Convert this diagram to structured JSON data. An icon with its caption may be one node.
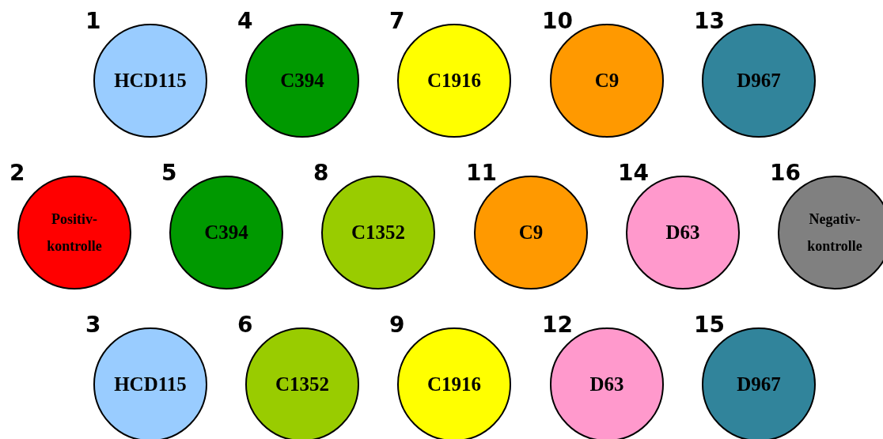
{
  "diagram": {
    "nodes": [
      {
        "text": [
          "HCD115"
        ],
        "beside": [
          "1"
        ]
      },
      {
        "text": [
          "C394"
        ],
        "beside": [
          "4"
        ]
      },
      {
        "text": [
          "C1916"
        ],
        "beside": [
          "7"
        ]
      },
      {
        "text": [
          "C9"
        ],
        "beside": [
          "10"
        ]
      },
      {
        "text": [
          "D967"
        ],
        "beside": [
          "13"
        ]
      },
      {
        "text": [
          "Positiv- kontrolle"
        ],
        "beside": [
          "2"
        ]
      },
      {
        "text": [
          "C394"
        ],
        "beside": [
          "5"
        ]
      },
      {
        "text": [
          "C1352"
        ],
        "beside": [
          "8"
        ]
      },
      {
        "text": [
          "C9"
        ],
        "beside": [
          "11"
        ]
      },
      {
        "text": [
          "D63"
        ],
        "beside": [
          "14"
        ]
      },
      {
        "text": [
          "Negativ- kontrolle"
        ],
        "beside": [
          "16"
        ]
      },
      {
        "text": [
          "HCD115"
        ],
        "beside": [
          "3"
        ]
      },
      {
        "text": [
          "C1352"
        ],
        "beside": [
          "6"
        ]
      },
      {
        "text": [
          "C1916"
        ],
        "beside": [
          "9"
        ]
      },
      {
        "text": [
          "D63"
        ],
        "beside": [
          "12"
        ]
      },
      {
        "text": [
          "D967"
        ],
        "beside": [
          "15"
        ]
      }
    ]
  }
}
